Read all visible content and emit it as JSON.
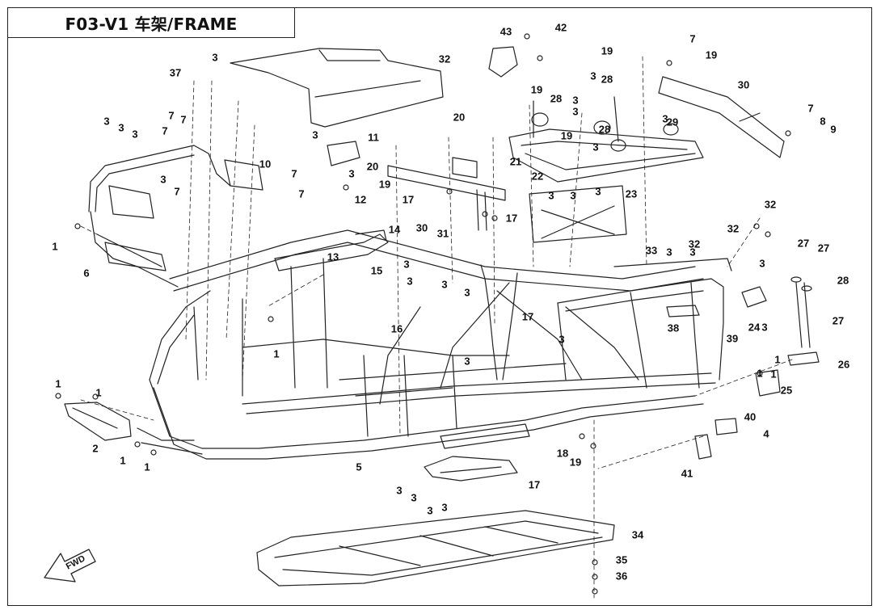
{
  "title": "F03-V1 车架/FRAME",
  "fwd_label": "FWD",
  "colors": {
    "line": "#222222",
    "background": "#ffffff"
  },
  "callouts": [
    {
      "label": "1"
    },
    {
      "label": "1"
    },
    {
      "label": "1"
    },
    {
      "label": "1"
    },
    {
      "label": "1"
    },
    {
      "label": "1"
    },
    {
      "label": "1"
    },
    {
      "label": "1"
    },
    {
      "label": "1"
    },
    {
      "label": "2"
    },
    {
      "label": "3"
    },
    {
      "label": "3"
    },
    {
      "label": "3"
    },
    {
      "label": "3"
    },
    {
      "label": "3"
    },
    {
      "label": "3"
    },
    {
      "label": "3"
    },
    {
      "label": "3"
    },
    {
      "label": "3"
    },
    {
      "label": "3"
    },
    {
      "label": "3"
    },
    {
      "label": "3"
    },
    {
      "label": "3"
    },
    {
      "label": "3"
    },
    {
      "label": "3"
    },
    {
      "label": "3"
    },
    {
      "label": "3"
    },
    {
      "label": "3"
    },
    {
      "label": "3"
    },
    {
      "label": "3"
    },
    {
      "label": "3"
    },
    {
      "label": "3"
    },
    {
      "label": "3"
    },
    {
      "label": "3"
    },
    {
      "label": "3"
    },
    {
      "label": "3"
    },
    {
      "label": "3"
    },
    {
      "label": "3"
    },
    {
      "label": "3"
    },
    {
      "label": "4"
    },
    {
      "label": "5"
    },
    {
      "label": "6"
    },
    {
      "label": "7"
    },
    {
      "label": "7"
    },
    {
      "label": "7"
    },
    {
      "label": "7"
    },
    {
      "label": "7"
    },
    {
      "label": "7"
    },
    {
      "label": "7"
    },
    {
      "label": "7"
    },
    {
      "label": "8"
    },
    {
      "label": "9"
    },
    {
      "label": "10"
    },
    {
      "label": "11"
    },
    {
      "label": "12"
    },
    {
      "label": "13"
    },
    {
      "label": "14"
    },
    {
      "label": "15"
    },
    {
      "label": "16"
    },
    {
      "label": "17"
    },
    {
      "label": "17"
    },
    {
      "label": "17"
    },
    {
      "label": "17"
    },
    {
      "label": "18"
    },
    {
      "label": "19"
    },
    {
      "label": "19"
    },
    {
      "label": "19"
    },
    {
      "label": "19"
    },
    {
      "label": "19"
    },
    {
      "label": "19"
    },
    {
      "label": "20"
    },
    {
      "label": "20"
    },
    {
      "label": "21"
    },
    {
      "label": "22"
    },
    {
      "label": "23"
    },
    {
      "label": "24"
    },
    {
      "label": "25"
    },
    {
      "label": "26"
    },
    {
      "label": "27"
    },
    {
      "label": "27"
    },
    {
      "label": "27"
    },
    {
      "label": "28"
    },
    {
      "label": "28"
    },
    {
      "label": "28"
    },
    {
      "label": "28"
    },
    {
      "label": "29"
    },
    {
      "label": "30"
    },
    {
      "label": "30"
    },
    {
      "label": "31"
    },
    {
      "label": "32"
    },
    {
      "label": "32"
    },
    {
      "label": "32"
    },
    {
      "label": "32"
    },
    {
      "label": "33"
    },
    {
      "label": "34"
    },
    {
      "label": "35"
    },
    {
      "label": "36"
    },
    {
      "label": "37"
    },
    {
      "label": "38"
    },
    {
      "label": "39"
    },
    {
      "label": "40"
    },
    {
      "label": "41"
    },
    {
      "label": "42"
    },
    {
      "label": "43"
    }
  ]
}
